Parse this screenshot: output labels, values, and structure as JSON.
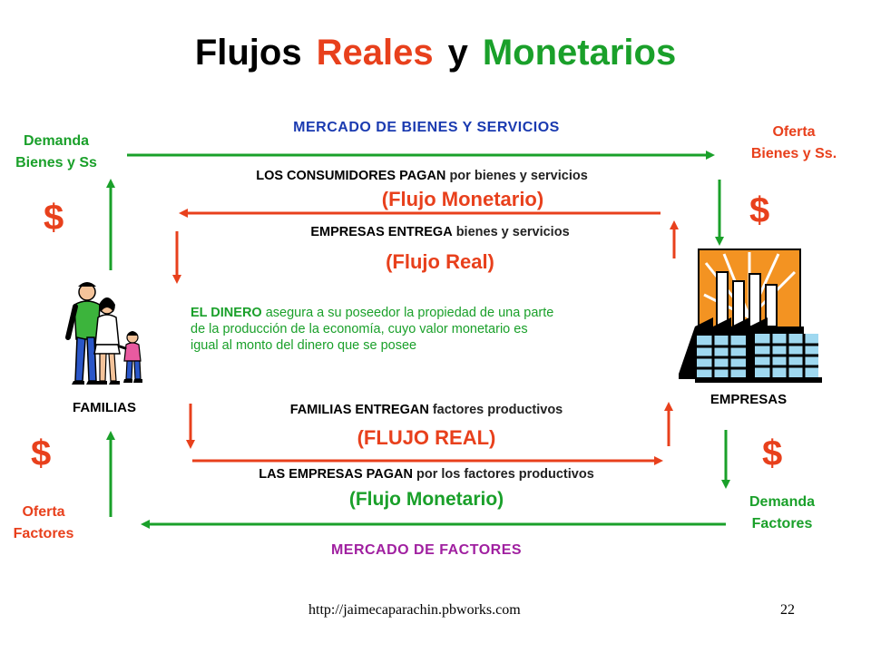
{
  "title": {
    "w1": "Flujos",
    "w2": "Reales",
    "w3": "y",
    "w4": "Monetarios"
  },
  "top_market": "MERCADO DE BIENES Y SERVICIOS",
  "bottom_market": "MERCADO DE FACTORES",
  "left_top": {
    "line1": "Demanda",
    "line2": "Bienes y Ss"
  },
  "right_top": {
    "line1": "Oferta",
    "line2": "Bienes y Ss."
  },
  "left_bottom": {
    "line1": "Oferta",
    "line2": "Factores"
  },
  "right_bottom": {
    "line1": "Demanda",
    "line2": "Factores"
  },
  "dollar": "$",
  "captions": {
    "consumers_pay_bold": "LOS CONSUMIDORES PAGAN",
    "consumers_pay_rest": " por bienes y servicios",
    "flow_monetary_top": "(Flujo Monetario)",
    "firms_deliver_bold": "EMPRESAS ENTREGA",
    "firms_deliver_rest": " bienes y servicios",
    "flow_real_top": "(Flujo Real)",
    "families_deliver_bold": "FAMILIAS  ENTREGAN",
    "families_deliver_rest": " factores productivos",
    "flow_real_bottom": "(FLUJO REAL)",
    "firms_pay_bold": "LAS EMPRESAS PAGAN",
    "firms_pay_rest": " por los factores productivos",
    "flow_monetary_bottom": "(Flujo Monetario)"
  },
  "money_text": {
    "bold": "EL DINERO",
    "line1": " asegura a su poseedor la propiedad de una parte",
    "line2": "de la producción de la economía, cuyo valor monetario es",
    "line3": "igual al monto del dinero que se posee"
  },
  "families_label": "FAMILIAS",
  "firms_label": "EMPRESAS",
  "footer": {
    "url": "http://jaimecaparachin.pbworks.com",
    "page": "22"
  },
  "colors": {
    "green": "#1aa02a",
    "red": "#e8401c",
    "purple": "#a020a0",
    "blue": "#1a3ab0",
    "orange": "#f39322"
  }
}
